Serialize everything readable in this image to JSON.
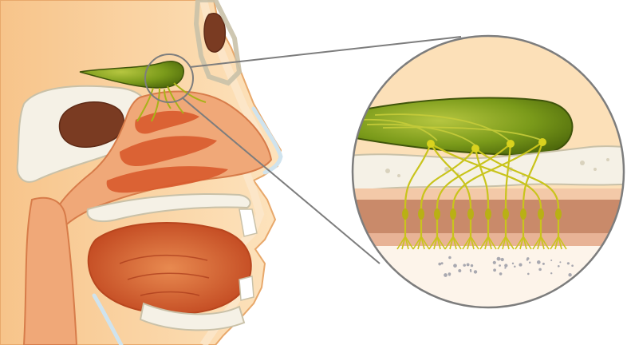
{
  "diagram": {
    "subject": "olfactory-system-cross-section",
    "colors": {
      "skin": "#fcd9a6",
      "skin_edge": "#e8a86b",
      "cavity": "#f0a878",
      "cavity_dark": "#d85a2c",
      "mucosa": "#e87a4a",
      "bone": "#f5f1e6",
      "bone_edge": "#c9c1a8",
      "sinus": "#7a3b22",
      "bulb_green": "#7a9a1a",
      "bulb_dark": "#4f6a0c",
      "neuron": "#c9c41c",
      "cartilage": "#cfe3ee",
      "stroke": "#7d7d7d"
    },
    "zoom_circle": {
      "shape": "circle",
      "connects": "olfactory-bulb-to-magnified-view"
    }
  }
}
